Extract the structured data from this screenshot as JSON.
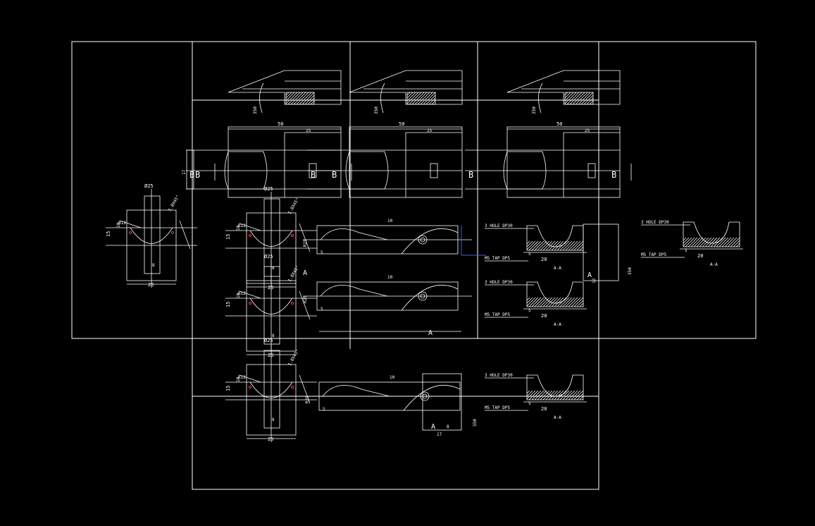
{
  "colors": {
    "background": "#000000",
    "line": "#ffffff",
    "accent_red": "#ff3030",
    "accent_blue": "#3a5cff"
  },
  "labels": {
    "dia25": "Ø25",
    "dim10": "10",
    "dim5": "5",
    "dim8": "8",
    "dim12": "12",
    "dim15": "15",
    "dim20": "20",
    "dim25": "25",
    "dim50": "50",
    "dim17": "17",
    "dim350": "350",
    "r12": "R12",
    "r25": "R25",
    "angle": "1.8X45°",
    "section_a": "A",
    "section_b": "B",
    "section_aa": "A-A",
    "hole_note": "3 HOLE DP30",
    "tap_note": "M5 TAP DP5"
  }
}
